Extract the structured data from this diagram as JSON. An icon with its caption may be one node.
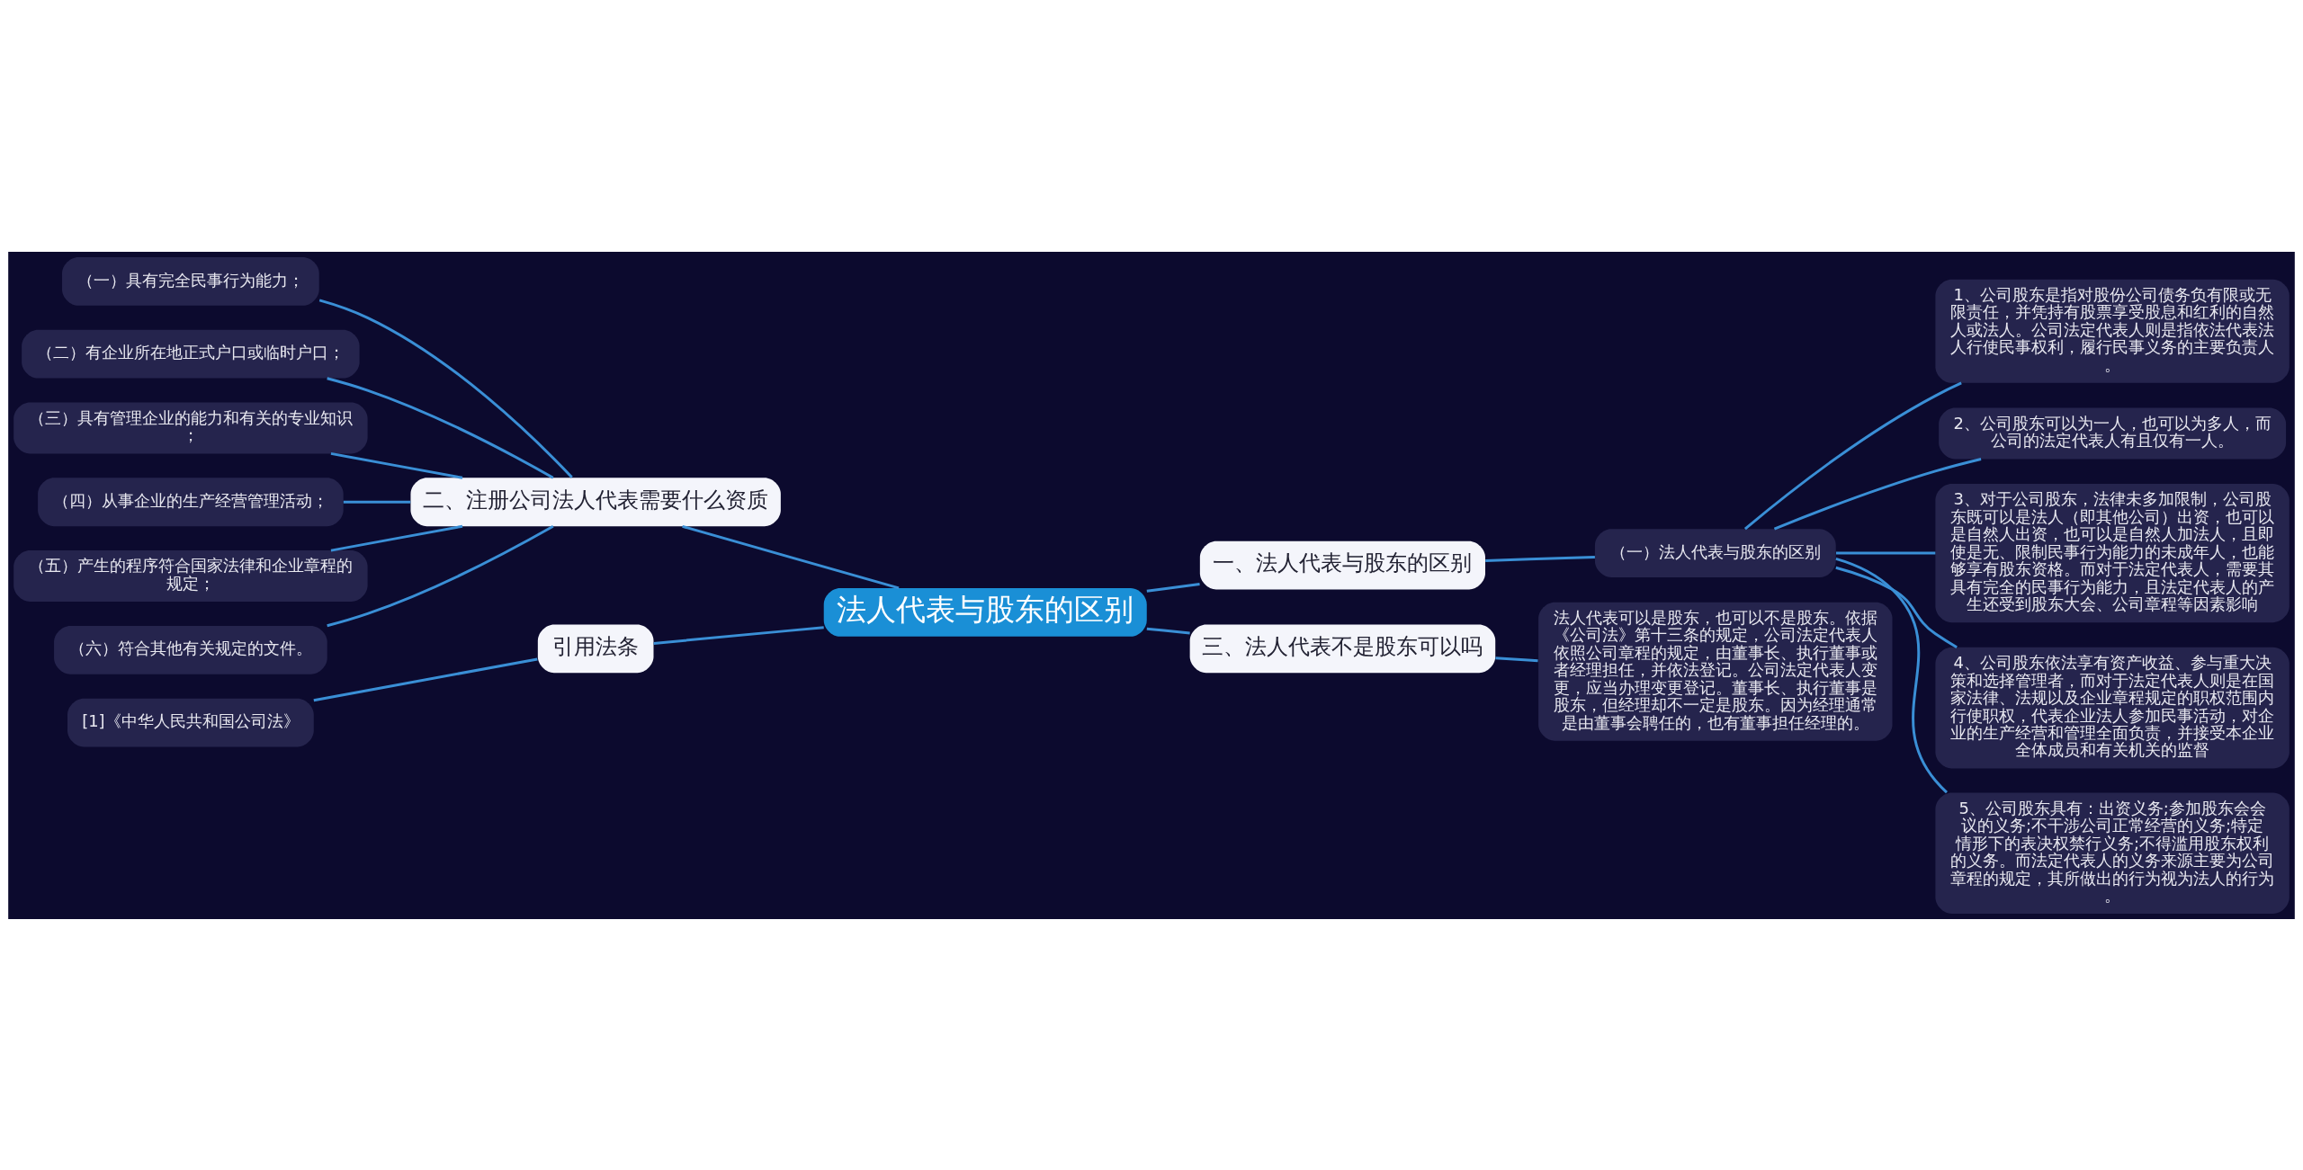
{
  "diagram": {
    "nodes": [
      {
        "text": [
          "法人代表与股东的区别"
        ]
      },
      {
        "text": [
          "一、法人代表与股东的区别"
        ]
      },
      {
        "text": [
          "（一）法人代表与股东的区别"
        ]
      },
      {
        "text": [
          "1、公司股东是指对股份公司债务负有限或无限责任，并凭持有股票享受股息和红利的自然人或法人。公司法定代表人则是指依法代表法人行使民事权利，履行民事义务的主要负责人。"
        ]
      },
      {
        "text": [
          "2、公司股东可以为一人，也可以为多人，而公司的法定代表人有且仅有一人。"
        ]
      },
      {
        "text": [
          "3、对于公司股东，法律未多加限制，公司股东既可以是法人（即其他公司）出资，也可以是自然人出资，也可以是自然人加法人，且即使是无、限制民事行为能力的未成年人，也能够享有股东资格。而对于法定代表人，需要其具有完全的民事行为能力，且法定代表人的产生还受到股东大会、公司章程等因素影响"
        ]
      },
      {
        "text": [
          "4、公司股东依法享有资产收益、参与重大决策和选择管理者，而对于法定代表人则是在国家法律、法规以及企业章程规定的职权范围内行使职权，代表企业法人参加民事活动，对企业的生产经营和管理全面负责，并接受本企业全体成员和有关机关的监督"
        ]
      },
      {
        "text": [
          "5、公司股东具有：出资义务;参加股东会会议的义务;不干涉公司正常经营的义务;特定情形下的表决权禁行义务;不得滥用股东权利的义务。而法定代表人的义务来源主要为公司章程的规定，其所做出的行为视为法人的行为。"
        ]
      },
      {
        "text": [
          "三、法人代表不是股东可以吗"
        ]
      },
      {
        "text": [
          "法人代表可以是股东，也可以不是股东。依据《公司法》第十三条的规定，公司法定代表人依照公司章程的规定，由董事长、执行董事或者经理担任，并依法登记。公司法定代表人变更，应当办理变更登记。董事长、执行董事是股东，但经理却不一定是股东。因为经理通常是由董事会聘任的，也有董事担任经理的。"
        ]
      },
      {
        "text": [
          "二、注册公司法人代表需要什么资质"
        ]
      },
      {
        "text": [
          "（一）具有完全民事行为能力；"
        ]
      },
      {
        "text": [
          "（二）有企业所在地正式户口或临时户口；"
        ]
      },
      {
        "text": [
          "（三）具有管理企业的能力和有关的专业知识；"
        ]
      },
      {
        "text": [
          "（四）从事企业的生产经营管理活动；"
        ]
      },
      {
        "text": [
          "（五）产生的程序符合国家法律和企业章程的规定；"
        ]
      },
      {
        "text": [
          "（六）符合其他有关规定的文件。"
        ]
      },
      {
        "text": [
          "引用法条"
        ]
      },
      {
        "text": [
          "[1]《中华人民共和国公司法》"
        ]
      }
    ],
    "edges": [
      {
        "from": 0,
        "to": 1,
        "arrow": "none"
      },
      {
        "from": 1,
        "to": 2,
        "arrow": "none"
      },
      {
        "from": 2,
        "to": 3,
        "arrow": "none"
      },
      {
        "from": 2,
        "to": 4,
        "arrow": "none"
      },
      {
        "from": 2,
        "to": 5,
        "arrow": "none"
      },
      {
        "from": 2,
        "to": 6,
        "arrow": "none"
      },
      {
        "from": 2,
        "to": 7,
        "arrow": "none"
      },
      {
        "from": 0,
        "to": 8,
        "arrow": "none"
      },
      {
        "from": 8,
        "to": 9,
        "arrow": "none"
      },
      {
        "from": 0,
        "to": 10,
        "arrow": "none"
      },
      {
        "from": 10,
        "to": 11,
        "arrow": "none"
      },
      {
        "from": 10,
        "to": 12,
        "arrow": "none"
      },
      {
        "from": 10,
        "to": 13,
        "arrow": "none"
      },
      {
        "from": 10,
        "to": 14,
        "arrow": "none"
      },
      {
        "from": 10,
        "to": 15,
        "arrow": "none"
      },
      {
        "from": 10,
        "to": 16,
        "arrow": "none"
      },
      {
        "from": 0,
        "to": 17,
        "arrow": "none"
      },
      {
        "from": 17,
        "to": 18,
        "arrow": "none"
      }
    ]
  }
}
